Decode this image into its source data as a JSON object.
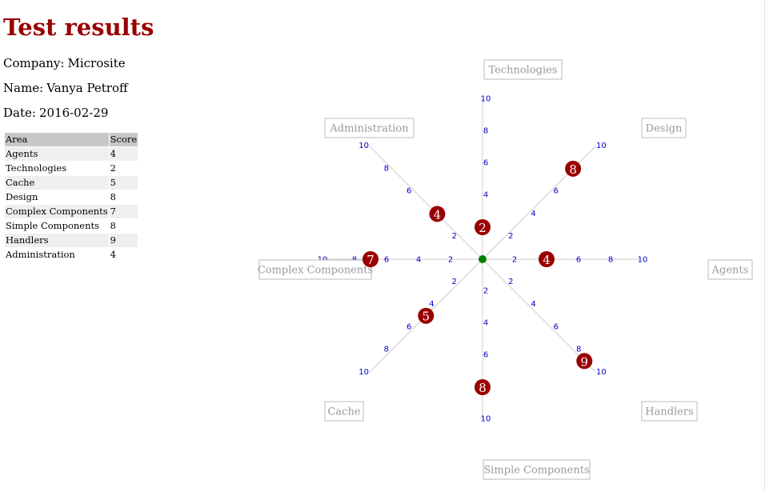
{
  "page": {
    "title": "Test results",
    "company": {
      "label": "Company:",
      "value": "Microsite"
    },
    "name": {
      "label": "Name:",
      "value": "Vanya Petroff"
    },
    "date": {
      "label": "Date:",
      "value": "2016-02-29"
    }
  },
  "table": {
    "headers": [
      "Area",
      "Score"
    ],
    "rows": [
      {
        "area": "Agents",
        "score": "4"
      },
      {
        "area": "Technologies",
        "score": "2"
      },
      {
        "area": "Cache",
        "score": "5"
      },
      {
        "area": "Design",
        "score": "8"
      },
      {
        "area": "Complex Components",
        "score": "7"
      },
      {
        "area": "Simple Components",
        "score": "8"
      },
      {
        "area": "Handlers",
        "score": "9"
      },
      {
        "area": "Administration",
        "score": "4"
      }
    ]
  },
  "colors": {
    "title": "#990000",
    "score_marker": "#990000",
    "center_marker": "#008000",
    "tick_labels": "#0000cc",
    "axis_lines": "#cccccc",
    "axis_label_text": "#999999"
  },
  "chart_data": {
    "type": "radar",
    "axis_range": [
      0,
      10
    ],
    "ticks": [
      2,
      4,
      6,
      8,
      10
    ],
    "axes": [
      {
        "name": "Agents",
        "direction": "right",
        "value": 4
      },
      {
        "name": "Design",
        "direction": "upper-right",
        "value": 8
      },
      {
        "name": "Technologies",
        "direction": "up",
        "value": 2
      },
      {
        "name": "Administration",
        "direction": "upper-left",
        "value": 4
      },
      {
        "name": "Complex Components",
        "direction": "left",
        "value": 7
      },
      {
        "name": "Cache",
        "direction": "lower-left",
        "value": 5
      },
      {
        "name": "Simple Components",
        "direction": "down",
        "value": 8
      },
      {
        "name": "Handlers",
        "direction": "lower-right",
        "value": 9
      }
    ]
  }
}
